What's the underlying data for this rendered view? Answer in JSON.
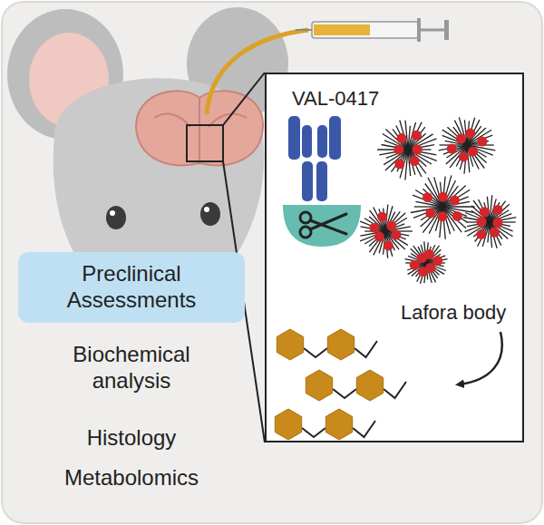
{
  "diagram": {
    "nodes": [
      {
        "text": [
          "VAL-0417",
          "Lafora body"
        ]
      },
      {
        "text": [
          "Preclinical Assessments"
        ]
      }
    ],
    "labels": [
      "Biochemical analysis",
      "Histology",
      "Metabolomics"
    ]
  }
}
